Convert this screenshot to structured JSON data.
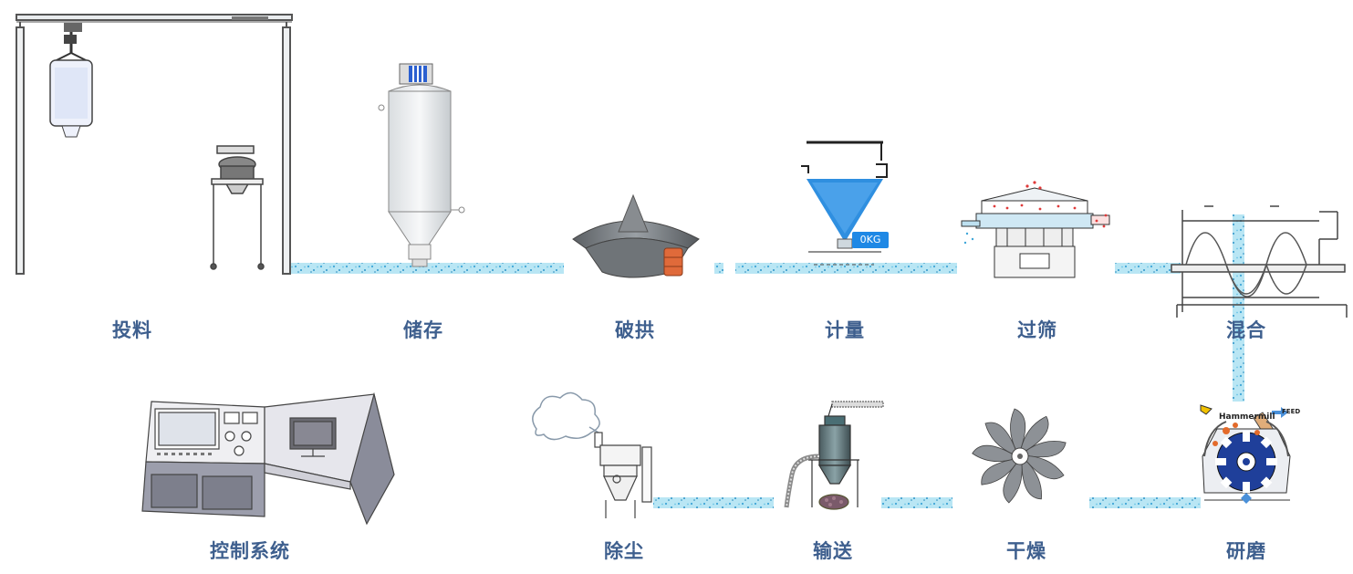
{
  "stages": {
    "feeding": "投料",
    "storage": "储存",
    "arch_breaking": "破拱",
    "metering": "计量",
    "sieving": "过筛",
    "mixing": "混合",
    "control_system": "控制系统",
    "dust_removal": "除尘",
    "conveying": "输送",
    "drying": "干燥",
    "grinding": "研磨"
  },
  "scale_reading": "0KG",
  "hammermill": {
    "title": "Hammermill",
    "feed": "FEED"
  },
  "colors": {
    "label": "#3e5f8e",
    "pipe": "#a9dff0",
    "pipe_speck": "#3fa6d8",
    "hopper_fill": "#2f8fe0",
    "motor": "#e06a3a"
  },
  "icons": [
    "gantry-crane-icon",
    "bulk-bag-icon",
    "silo-icon",
    "arch-breaker-icon",
    "weigh-hopper-icon",
    "vibrating-sieve-icon",
    "ribbon-mixer-icon",
    "control-desk-icon",
    "cloud-icon",
    "dust-collector-icon",
    "cyclone-conveyor-icon",
    "fan-icon",
    "hammermill-icon"
  ]
}
